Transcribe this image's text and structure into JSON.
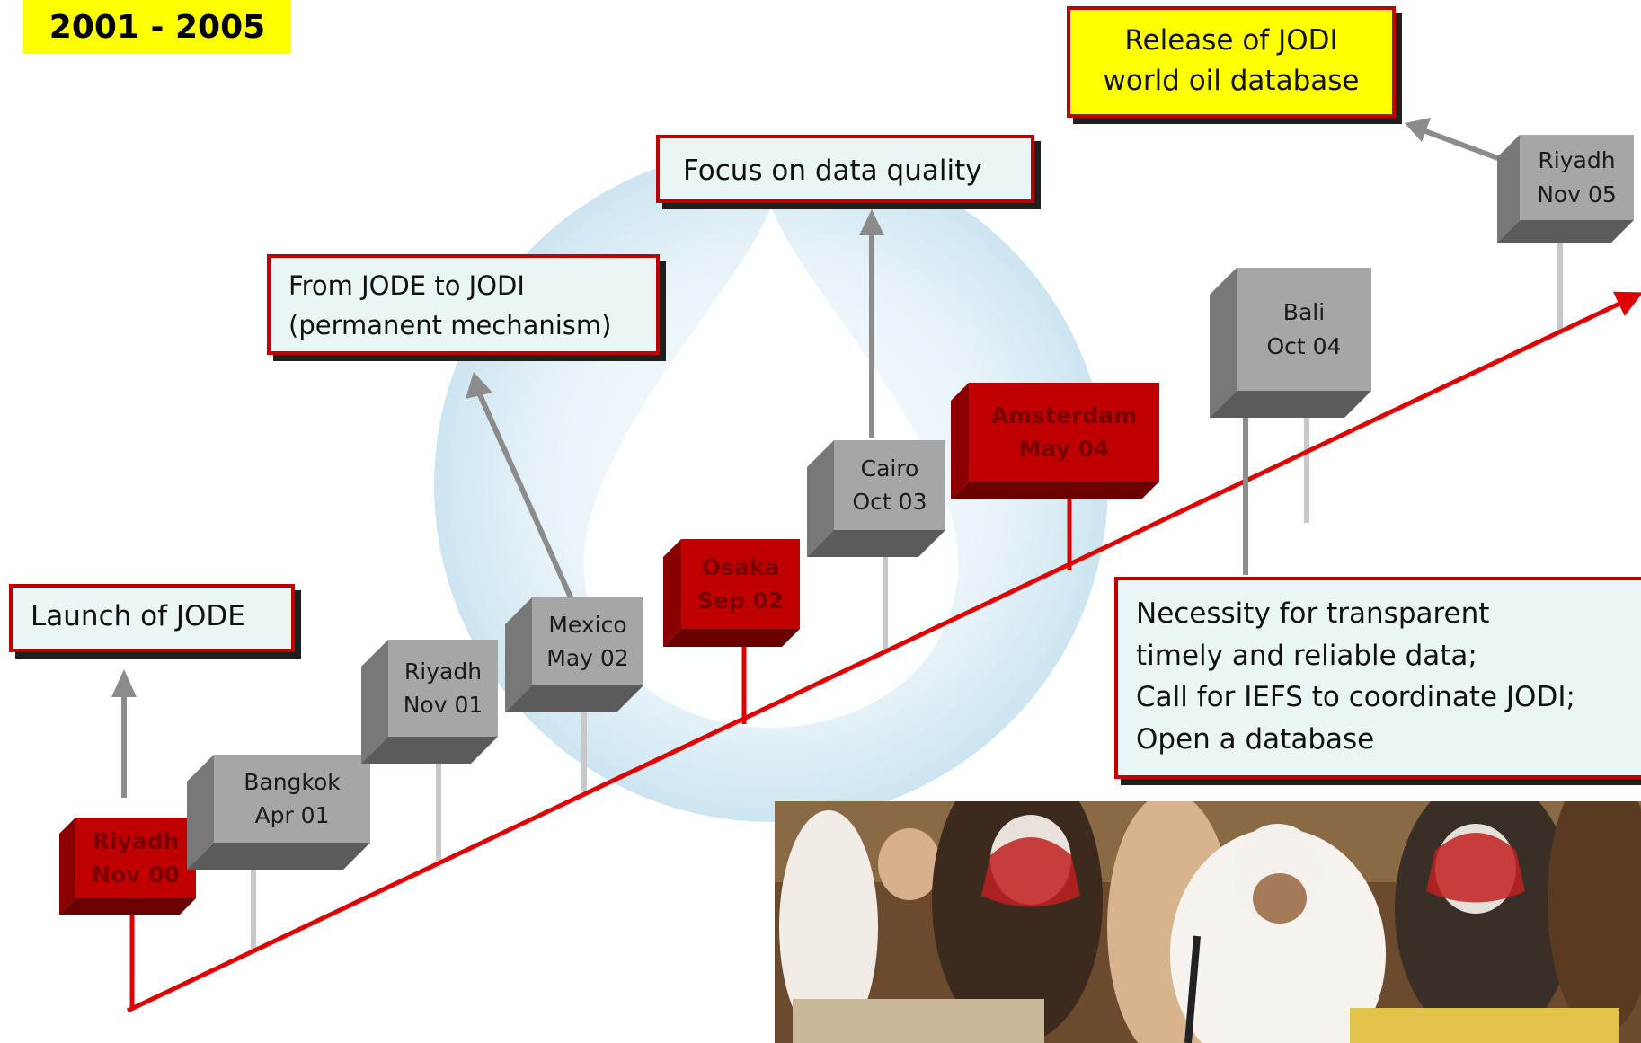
{
  "title": "2001 - 2005",
  "colors": {
    "trend_line": "#e00000",
    "highlight_box": "#c00000",
    "normal_box": "#a6a6a6",
    "callout_fill": "#eaf6f6",
    "callout_border": "#c00000",
    "title_fill": "#ffff00"
  },
  "meetings": [
    {
      "city": "Riyadh",
      "date": "Nov 00",
      "highlight": true
    },
    {
      "city": "Bangkok",
      "date": "Apr 01",
      "highlight": false
    },
    {
      "city": "Riyadh",
      "date": "Nov 01",
      "highlight": false
    },
    {
      "city": "Mexico",
      "date": "May 02",
      "highlight": false
    },
    {
      "city": "Osaka",
      "date": "Sep 02",
      "highlight": true
    },
    {
      "city": "Cairo",
      "date": "Oct 03",
      "highlight": false
    },
    {
      "city": "Amsterdam",
      "date": "May 04",
      "highlight": true
    },
    {
      "city": "Bali",
      "date": "Oct 04",
      "highlight": false
    },
    {
      "city": "Riyadh",
      "date": "Nov 05",
      "highlight": false
    }
  ],
  "callouts": {
    "launch": {
      "lines": [
        "Launch of JODE"
      ]
    },
    "jode_to_jodi": {
      "lines": [
        "From JODE to JODI",
        "(permanent mechanism)"
      ]
    },
    "data_quality": {
      "lines": [
        "Focus on data quality"
      ]
    },
    "release": {
      "lines": [
        "Release of JODI",
        "world oil database"
      ]
    },
    "necessity": {
      "lines": [
        "Necessity for transparent",
        "timely and reliable data;",
        "Call for IEFS to coordinate JODI;",
        "Open a database"
      ]
    }
  },
  "photo": {
    "subject": "meeting-photo"
  }
}
